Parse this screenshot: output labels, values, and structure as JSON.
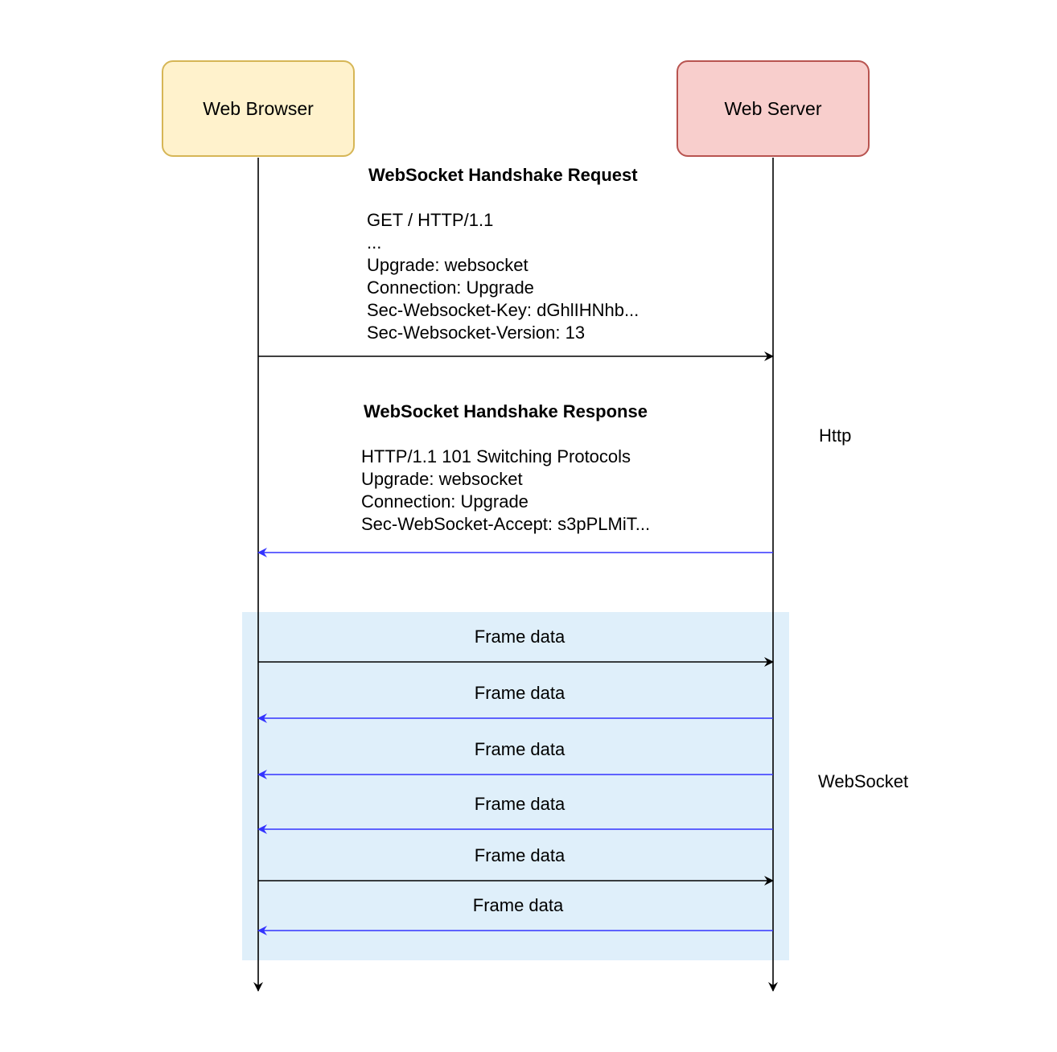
{
  "actors": {
    "browser": {
      "label": "Web Browser",
      "fill": "#fff2cc",
      "stroke": "#d6b656"
    },
    "server": {
      "label": "Web Server",
      "fill": "#f8cecc",
      "stroke": "#b85450"
    }
  },
  "colors": {
    "request_arrow": "#000000",
    "response_arrow": "#3333ff",
    "websocket_region": "#dfeffa"
  },
  "handshake_request": {
    "title": "WebSocket Handshake Request",
    "lines": [
      "GET / HTTP/1.1",
      "...",
      "Upgrade: websocket",
      "Connection: Upgrade",
      "Sec-Websocket-Key: dGhlIHNhb...",
      "Sec-Websocket-Version: 13"
    ],
    "direction": "browser-to-server"
  },
  "handshake_response": {
    "title": "WebSocket Handshake Response",
    "lines": [
      "HTTP/1.1 101 Switching Protocols",
      "Upgrade: websocket",
      "Connection: Upgrade",
      "Sec-WebSocket-Accept: s3pPLMiT..."
    ],
    "direction": "server-to-browser"
  },
  "frames": [
    {
      "label": "Frame data",
      "direction": "browser-to-server"
    },
    {
      "label": "Frame data",
      "direction": "server-to-browser"
    },
    {
      "label": "Frame data",
      "direction": "server-to-browser"
    },
    {
      "label": "Frame data",
      "direction": "server-to-browser"
    },
    {
      "label": "Frame data",
      "direction": "browser-to-server"
    },
    {
      "label": "Frame data",
      "direction": "server-to-browser"
    }
  ],
  "sections": {
    "http": "Http",
    "websocket": "WebSocket"
  }
}
